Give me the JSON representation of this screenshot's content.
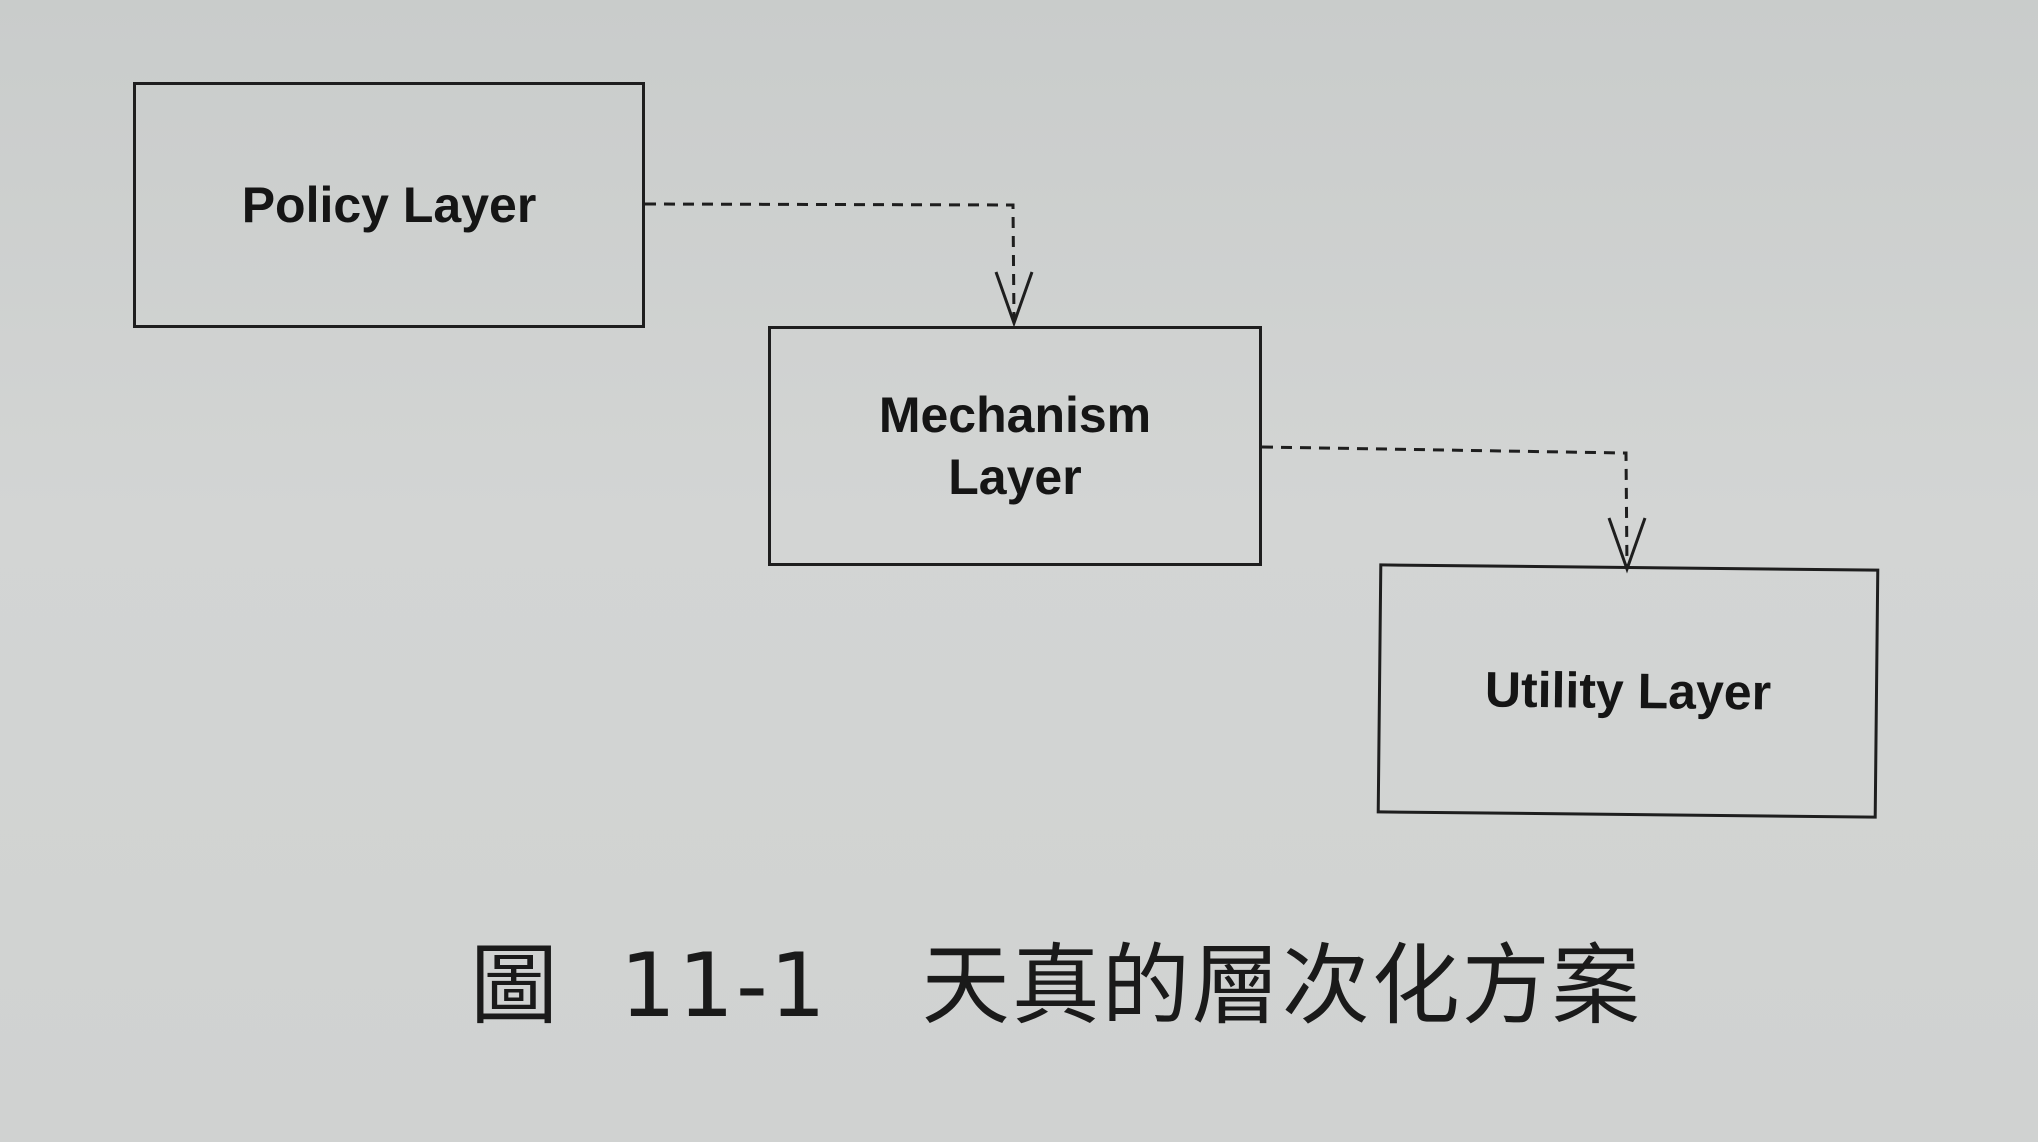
{
  "diagram": {
    "boxes": {
      "policy": "Policy Layer",
      "mechanism": "Mechanism\nLayer",
      "utility": "Utility Layer"
    },
    "edges": [
      {
        "from": "policy",
        "to": "mechanism",
        "style": "dashed"
      },
      {
        "from": "mechanism",
        "to": "utility",
        "style": "dashed"
      }
    ]
  },
  "caption": {
    "prefix": "圖",
    "number": "11-1",
    "title": "天真的層次化方案"
  }
}
